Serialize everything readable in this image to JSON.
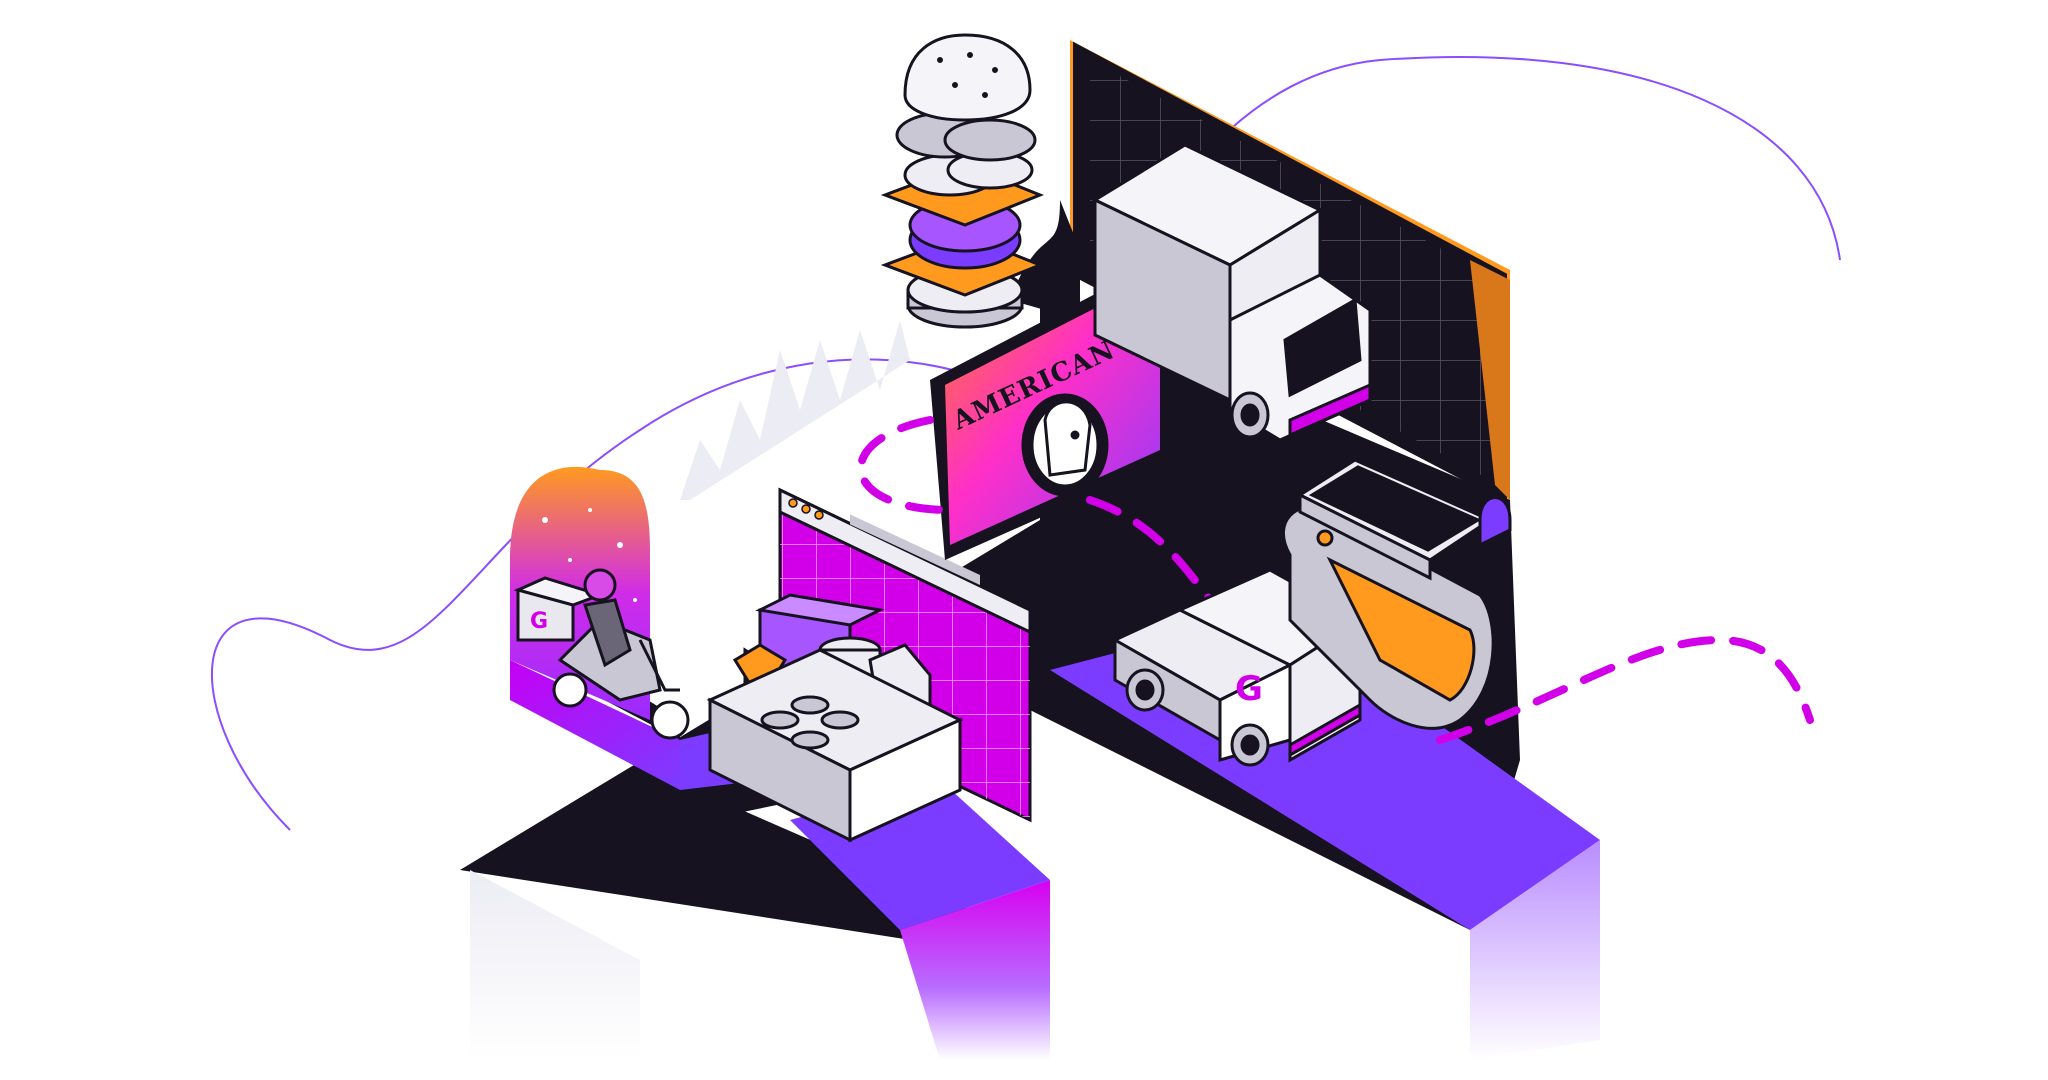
{
  "card": {
    "brand": "AMERICAN EXPRESS"
  },
  "colors": {
    "navy": "#16121f",
    "purple": "#7b3cff",
    "magenta": "#e000f0",
    "orange": "#ff9a1f",
    "gray": "#c9c7d3",
    "light_gray": "#f0eff5",
    "line_purple": "#8a4dff"
  },
  "illustration": {
    "theme": "ecommerce-logistics",
    "objects": [
      "burger-icon",
      "delivery-truck",
      "delivery-van",
      "scooter-courier",
      "smartwatch",
      "grocery-crate",
      "browser-window",
      "payment-card",
      "laptop-screen"
    ]
  }
}
